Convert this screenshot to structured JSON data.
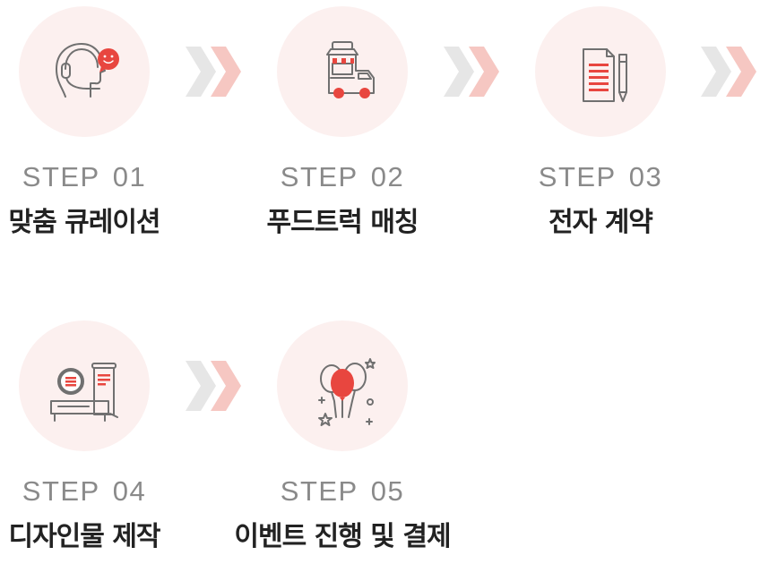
{
  "colors": {
    "circle_bg": "#fcf0ef",
    "accent": "#e8463f",
    "icon_stroke": "#707070",
    "arrow_gray": "#e6e6e6",
    "arrow_pink": "#f6c7c2",
    "step_text": "#8a8a8a",
    "title_text": "#222222"
  },
  "steps": [
    {
      "step_word": "STEP",
      "number": "01",
      "title": "맞춤 큐레이션",
      "icon": "headset-chat-icon"
    },
    {
      "step_word": "STEP",
      "number": "02",
      "title": "푸드트럭 매칭",
      "icon": "food-truck-icon"
    },
    {
      "step_word": "STEP",
      "number": "03",
      "title": "전자 계약",
      "icon": "contract-document-icon"
    },
    {
      "step_word": "STEP",
      "number": "04",
      "title": "디자인물 제작",
      "icon": "design-printer-icon"
    },
    {
      "step_word": "STEP",
      "number": "05",
      "title": "이벤트 진행 및 결제",
      "icon": "balloons-icon"
    }
  ]
}
